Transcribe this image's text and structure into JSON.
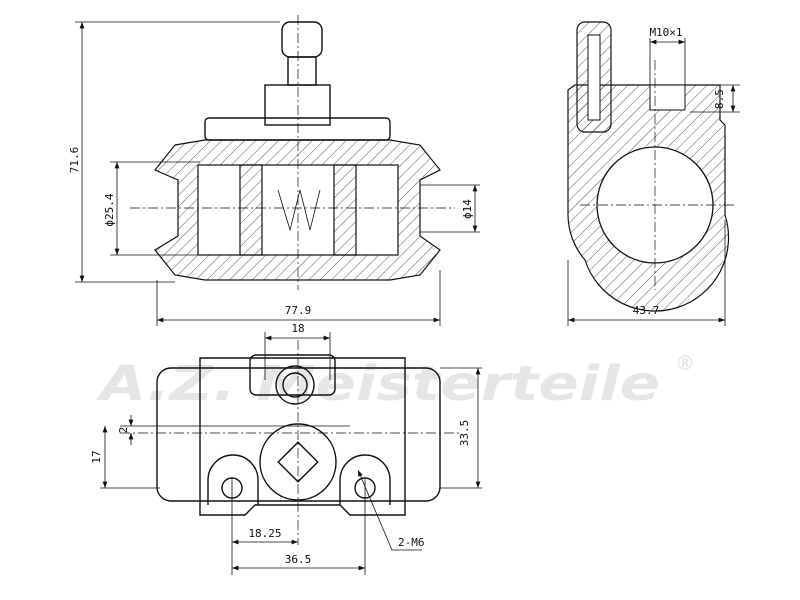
{
  "watermark": {
    "brand": "A.Z. Meisterteile",
    "mark": "®"
  },
  "front_view": {
    "dims": {
      "overall_height": "71.6",
      "bore_diameter": "ϕ25.4",
      "port_diameter": "ϕ14",
      "overall_length": "77.9"
    }
  },
  "side_view": {
    "dims": {
      "thread": "M10×1",
      "port_depth": "8.5",
      "width": "43.7"
    }
  },
  "bottom_view": {
    "dims": {
      "port_spacing": "18",
      "offset": "2",
      "mount_height": "17",
      "height": "33.5",
      "half_spacing": "18.25",
      "hole_spacing": "36.5",
      "mount_holes": "2-M6"
    }
  }
}
